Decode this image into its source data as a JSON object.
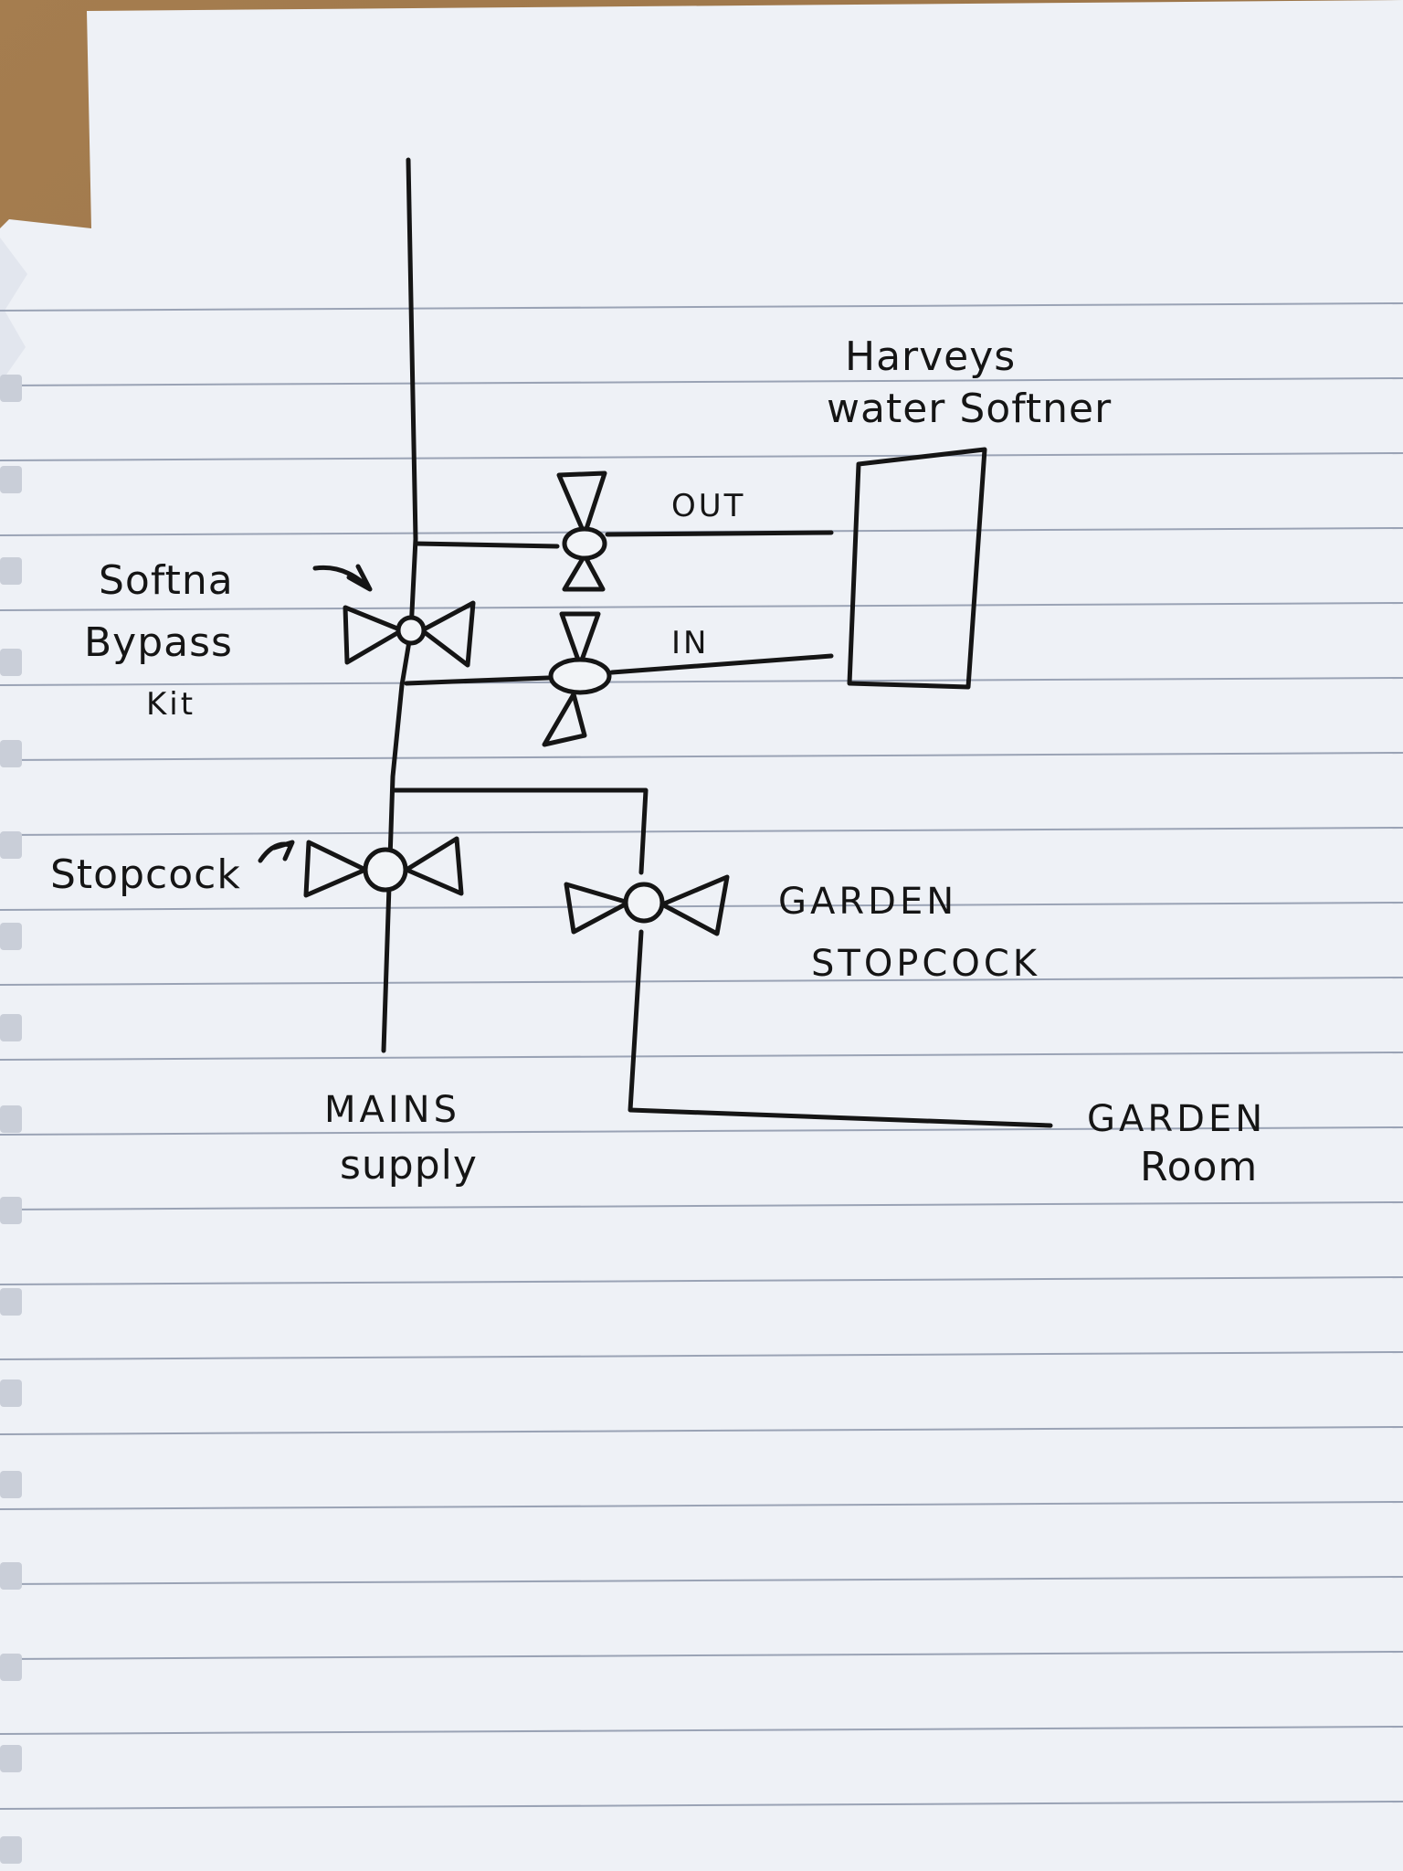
{
  "diagram": {
    "labels": {
      "softener_name_line1": "Harveys",
      "softener_name_line2": "water Softner",
      "out": "OUT",
      "in": "IN",
      "bypass_line1": "Softna",
      "bypass_line2": "Bypass",
      "bypass_line3": "Kit",
      "stopcock": "Stopcock",
      "garden_stopcock_line1": "GARDEN",
      "garden_stopcock_line2": "STOPCOCK",
      "mains_line1": "MAINS",
      "mains_line2": "supply",
      "garden_room_line1": "GARDEN",
      "garden_room_line2": "Room"
    }
  },
  "colors": {
    "ink": "#151515",
    "paper": "#eef1f6",
    "rule_line": "#9aa3b5",
    "desk": "#a57d4f"
  }
}
